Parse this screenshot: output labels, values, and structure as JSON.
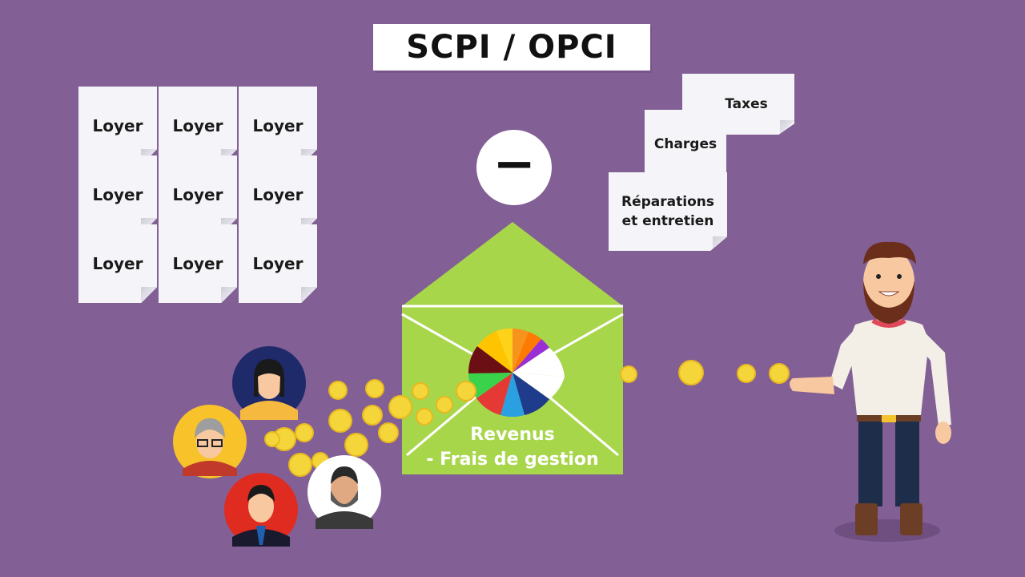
{
  "title": "SCPI / OPCI",
  "income_notes": [
    "Loyer",
    "Loyer",
    "Loyer",
    "Loyer",
    "Loyer",
    "Loyer",
    "Loyer",
    "Loyer",
    "Loyer"
  ],
  "cost_notes": {
    "taxes": "Taxes",
    "charges": "Charges",
    "repairs_line1": "Réparations",
    "repairs_line2": "et entretien"
  },
  "operator": "−",
  "envelope": {
    "line1": "Revenus",
    "line2": "- Frais de gestion"
  },
  "colors": {
    "background": "#825F95",
    "envelope": "#A8D64A",
    "coin": "#F4D63A"
  },
  "icons": [
    "minus-icon",
    "envelope-icon",
    "pie-chart-icon",
    "coin-icon",
    "investor-avatar-icon",
    "manager-figure-icon"
  ]
}
